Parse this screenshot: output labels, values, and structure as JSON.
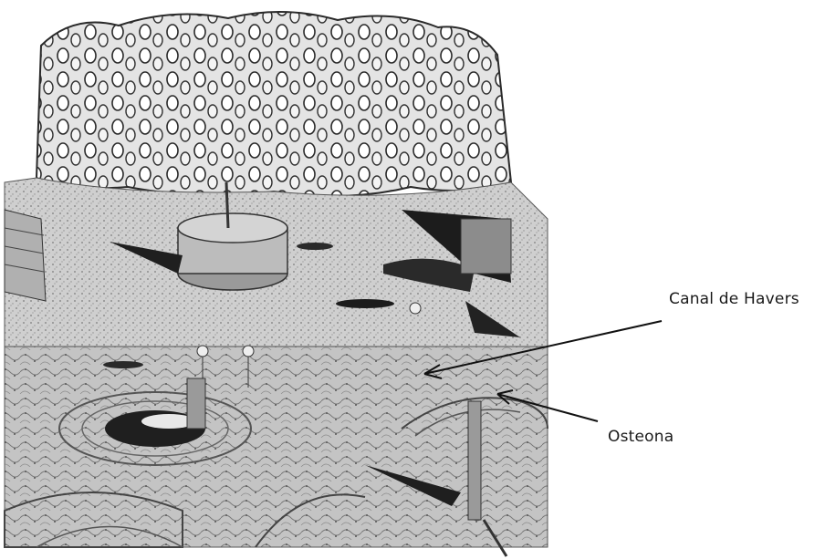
{
  "labels": {
    "canal": "Canal de Havers",
    "osteona": "Osteona"
  },
  "colors": {
    "background": "#ffffff",
    "ink": "#1a1a1a",
    "bone_light": "#d9d9d9",
    "bone_mid": "#a8a8a8",
    "bone_dark": "#3a3a3a"
  },
  "illustration": "bone-tissue-illustration"
}
